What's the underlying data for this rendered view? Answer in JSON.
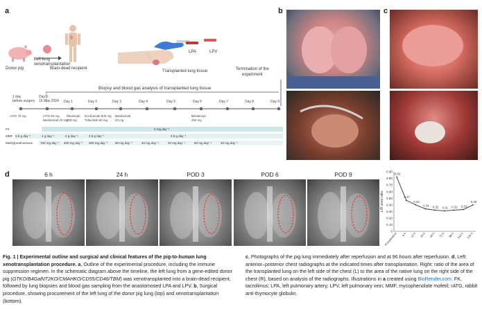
{
  "panel_a": {
    "label": "a",
    "donor_pig": "Donor pig",
    "left_lung_xeno": "Left lung\nxenotransplantation",
    "brain_dead": "Brain-dead recipient",
    "lpa": "LPA",
    "lpv": "LPV",
    "transplanted_tissue": "Transplanted lung tissue",
    "termination": "Termination of the\nexperiment",
    "biopsy": "Biopsy and blood gas analysis of transplanted lung tissue",
    "timeline_days": [
      "1 day\nbefore surgery",
      "Day 0\n15 May 2024",
      "Day 1",
      "Day 2",
      "Day 3",
      "Day 4",
      "Day 5",
      "Day 6",
      "Day 7",
      "Day 8",
      "Day 9"
    ],
    "dose_notes": [
      "rATG 75 mg",
      "rATG 50 mg\nBasiliximab 20 mg",
      "Rituximab\n300 mg",
      "Eculizumab 600 mg\nTofacitinib 60 mg",
      "Basiliximab\n20 mg",
      "Belatacept\n250 mg"
    ],
    "fk_label": "FK",
    "fk_value": "5 mg day⁻¹",
    "mmf_label": "MMF",
    "mmf_values": [
      "0.5 g day⁻¹",
      "1 g day⁻¹",
      "2 g day⁻¹",
      "2.5 g day⁻¹",
      "3.5 g day⁻¹"
    ],
    "mp_label": "Methylprednisolone",
    "mp_values": [
      "750 mg day⁻¹",
      "400 mg day⁻¹",
      "300 mg day⁻¹",
      "80 mg day⁻¹",
      "40 mg day⁻¹",
      "40 mg day⁻¹",
      "60 mg day⁻¹",
      "40 mg day⁻¹"
    ]
  },
  "panel_b": {
    "label": "b"
  },
  "panel_c": {
    "label": "c"
  },
  "panel_d": {
    "label": "d",
    "xray_labels": [
      "6 h",
      "24 h",
      "POD 3",
      "POD 6",
      "POD 9"
    ]
  },
  "chart_data": {
    "type": "line",
    "ylabel": "L/R area ratio",
    "ylim": [
      0,
      0.9
    ],
    "yticks": [
      "0.90",
      "0.80",
      "0.70",
      "0.60",
      "0.50",
      "0.40",
      "0.30",
      "0.20",
      "0.10",
      "0"
    ],
    "categories": [
      "Preoperative",
      "6 h",
      "12 h",
      "24 h",
      "48 h",
      "72 h",
      "96 h",
      "144 h",
      "216 h"
    ],
    "values": [
      0.82,
      0.47,
      0.4,
      0.34,
      0.32,
      0.31,
      0.32,
      0.33,
      0.4
    ],
    "value_labels": [
      "0.82",
      "0.47",
      "0.40",
      "0.34",
      "0.32",
      "0.31",
      "0.32",
      "0.33",
      "0.40"
    ],
    "color": "#333333"
  },
  "caption_left": {
    "html": "<b>Fig. 1 | Experimental outline and surgical and clinical features of the pig-to-human lung xenotransplantation procedure.</b> <b>a</b>, Outline of the experimental procedure, including the immune suppression regimen. In the schematic diagram above the timeline, the left lung from a gene-edited donor pig (<i>GTKO/B4GalNT2KO/CMAHKO/CD55/CD46/TBM</i>) was xenotransplanted into a brain-dead recipient, followed by lung biopsies and blood gas sampling from the anastomosed LPA and LPV. <b>b</b>, Surgical procedure, showing procurement of the left lung of the donor pig lung (top) and xenotransplantation (bottom)."
  },
  "caption_right": {
    "html": "<b>c</b>, Photographs of the pig lung immediately after reperfusion and at 96 hours after reperfusion. <b>d</b>, Left: anterior–posterior chest radiographs at the indicated times after transplantation. Right: ratio of the area of the transplanted lung on the left side of the chest (L) to the area of the native lung on the right side of the chest (R), based on analysis of the radiographs. Illustrations in <b>a</b> created using <span class=\"link\">BioRender.com</span>. FK, tacrolimus; LPA, left pulmonary artery; LPV, left pulmonary vein; MMF, mycophenolate mofetil; rATG, rabbit anti-thymocyte globulin."
  }
}
